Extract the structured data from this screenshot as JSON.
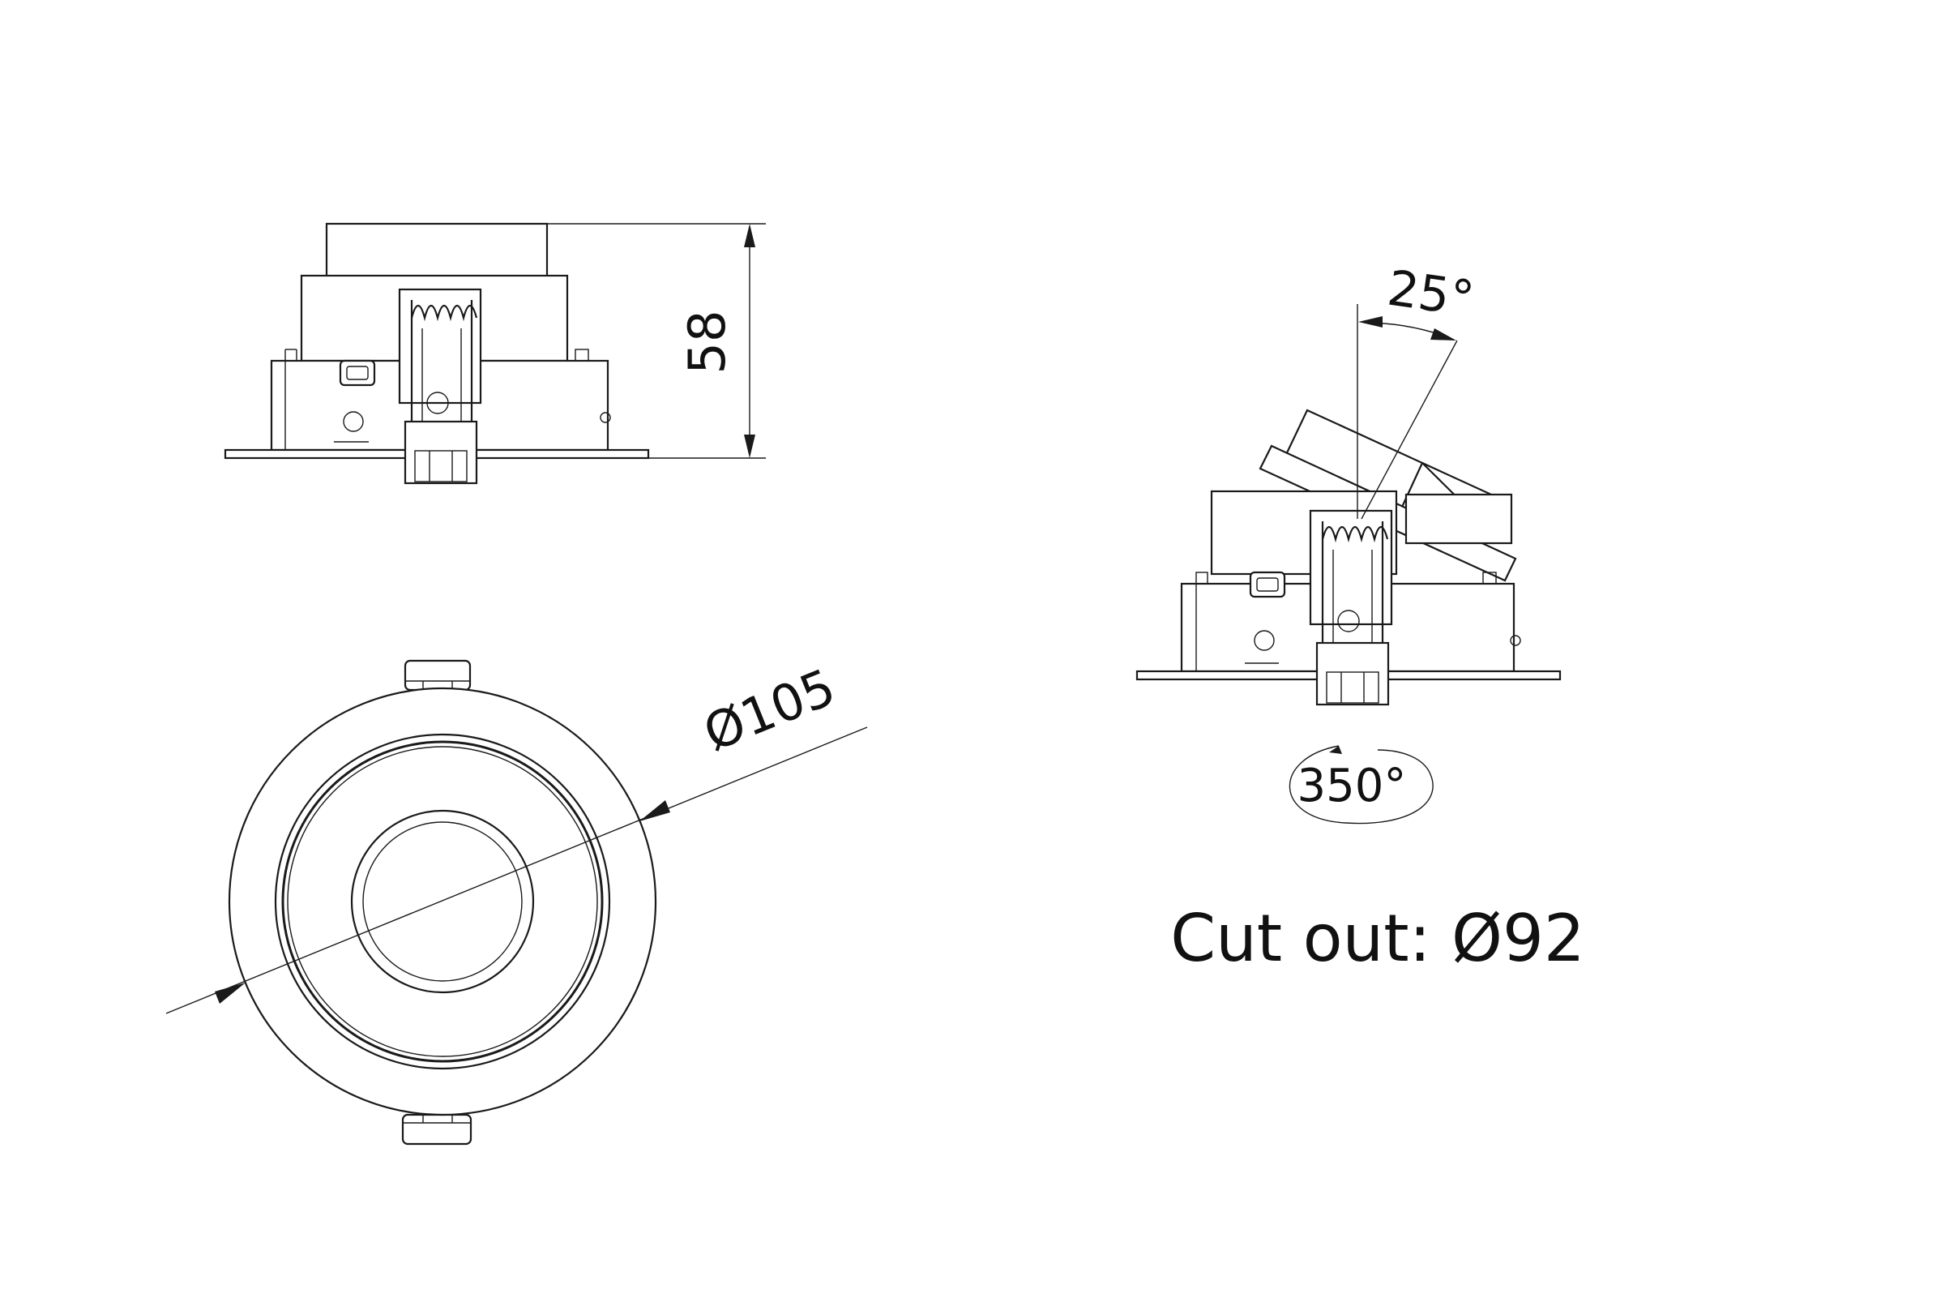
{
  "dimensions": {
    "height": "58",
    "diameter": "Ø105",
    "tilt": "25°",
    "rotation": "350°"
  },
  "cutout": {
    "label": "Cut out: Ø92"
  }
}
